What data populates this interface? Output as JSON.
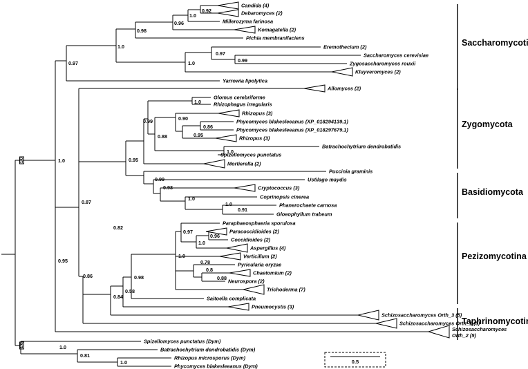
{
  "leaves": [
    {
      "id": "candida",
      "label": "Candida (4)",
      "collapsed": true
    },
    {
      "id": "debaromyces",
      "label": "Debaromyces (2)",
      "collapsed": true
    },
    {
      "id": "millerozyma",
      "label": "Millerozyma farinosa"
    },
    {
      "id": "komagatella",
      "label": "Komagatella (2)",
      "collapsed": true
    },
    {
      "id": "pichia",
      "label": "Pichia membranifaciens"
    },
    {
      "id": "eremothecium",
      "label": "Eremothecium (2)"
    },
    {
      "id": "scerevisiae",
      "label": "Saccharomyces cerevisiae"
    },
    {
      "id": "zrouxii",
      "label": "Zygosaccharomyces rouxii"
    },
    {
      "id": "kluyveromyces",
      "label": "Kluyveromyces (2)",
      "collapsed": true
    },
    {
      "id": "yarrowia",
      "label": "Yarrowia lipolytica"
    },
    {
      "id": "allomyces",
      "label": "Allomyces (2)",
      "collapsed": true
    },
    {
      "id": "glomus",
      "label": "Glomus cerebriforme"
    },
    {
      "id": "rhizophagus",
      "label": "Rhizophagus irregularis"
    },
    {
      "id": "rhizopus1",
      "label": "Rhizopus (3)",
      "collapsed": true
    },
    {
      "id": "phyco1",
      "label": "Phycomyces blakesleeanus (XP_018294139.1)"
    },
    {
      "id": "phyco2",
      "label": "Phycomyces blakesleeanus (XP_018297679.1)"
    },
    {
      "id": "rhizopus2",
      "label": "Rhizopus (3)",
      "collapsed": true
    },
    {
      "id": "batra",
      "label": "Batrachochytrium dendrobatidis"
    },
    {
      "id": "spizello",
      "label": "Spizellomyces punctatus"
    },
    {
      "id": "mortierella",
      "label": "Mortierella (2)",
      "collapsed": true
    },
    {
      "id": "puccinia",
      "label": "Puccinia graminis"
    },
    {
      "id": "ustilago",
      "label": "Ustilago maydis"
    },
    {
      "id": "cryptococcus",
      "label": "Cryptococcus (3)",
      "collapsed": true
    },
    {
      "id": "coprinopsis",
      "label": "Coprinopsis cinerea"
    },
    {
      "id": "phanero",
      "label": "Phanerochaete carnosa"
    },
    {
      "id": "gloeo",
      "label": "Gloeophyllum trabeum"
    },
    {
      "id": "paraphaeo",
      "label": "Paraphaeosphaeria sporulosa"
    },
    {
      "id": "paracocci",
      "label": "Paracoccidioides (2)",
      "collapsed": true
    },
    {
      "id": "coccidi",
      "label": "Coccidioides (2)"
    },
    {
      "id": "aspergillus",
      "label": "Aspergillus (4)",
      "collapsed": true
    },
    {
      "id": "verticillum",
      "label": "Verticillum (2)",
      "collapsed": true
    },
    {
      "id": "pyricularia",
      "label": "Pyricularia oryzae"
    },
    {
      "id": "chaetomium",
      "label": "Chaetomium (2)",
      "collapsed": true
    },
    {
      "id": "neurospora",
      "label": "Neurospora (2)"
    },
    {
      "id": "trichoderma",
      "label": "Trichoderma (7)",
      "collapsed": true
    },
    {
      "id": "saitoella",
      "label": "Saitoella complicata"
    },
    {
      "id": "pneumocystis",
      "label": "Pneumocystis (3)",
      "collapsed": true
    },
    {
      "id": "schizo3",
      "label": "Schizosaccharomyces Orth_3 (5)",
      "collapsed": true
    },
    {
      "id": "schizo1",
      "label": "Schizosaccharomyces Orth_1 (5)",
      "collapsed": true
    },
    {
      "id": "schizo2",
      "label": "Schizosaccharomyces Orth_2 (5)",
      "label2": "Orth_2 (5)",
      "label1": "Schizosaccharomyces",
      "collapsed": true
    },
    {
      "id": "spizdym",
      "label": "Spizellomyces punctatus (Dym)"
    },
    {
      "id": "batradym",
      "label": "Batrachochytrium dendrobatidis (Dym)"
    },
    {
      "id": "rhizodym",
      "label": "Rhizopus microsporus (Dym)"
    },
    {
      "id": "phycodym",
      "label": "Phycomyces blakesleeanus (Dym)"
    }
  ],
  "supports": {
    "n_cand_deb": "0.92",
    "n_cand_mill": "1.0",
    "n_cand_kom": "0.96",
    "n_cand_pich": "0.98",
    "n_sacc_in": "1.0",
    "n_er_sc": "0.97",
    "n_sc_zr": "0.99",
    "n_er_kl": "1.0",
    "n_sacc_root": "0.97",
    "n_glomus": "1.0",
    "n_phyco": "0.86",
    "n_phyco_rz": "0.95",
    "n_rz_all": "0.90",
    "n_phyco_batra": "0.88",
    "n_spiz_batra": "1.0",
    "n_zygo": "0.99",
    "n_zygo_mort": "0.95",
    "n_crypt": "0.93",
    "n_ustil": "0.99",
    "n_copr": "1.0",
    "n_phanero": "1.0",
    "n_gloeo": "0.91",
    "n_paracocci": "0.96",
    "n_cocci_asp": "1.0",
    "n_paraphaeo": "0.97",
    "n_pyric": "0.78",
    "n_chaet": "0.8",
    "n_neuro": "0.88",
    "n_sord": "1.0",
    "n_pezizo": "0.98",
    "n_pezi_tap": "0.82",
    "n_pneumo": "0.58",
    "n_tap": "0.84",
    "n_schizo1": "0.86",
    "n_basal": "0.87",
    "n_all": "0.95",
    "n_top": "1.0",
    "n_dym_rz": "1.0",
    "n_dym_batra": "0.81",
    "n_dym_root": "1.0"
  },
  "root_labels": {
    "top": "1.0",
    "bottom": "1.0"
  },
  "groups": [
    {
      "id": "saccharomycotina",
      "label": "Saccharomycotina"
    },
    {
      "id": "zygomycota",
      "label": "Zygomycota"
    },
    {
      "id": "basidiomycota",
      "label": "Basidiomycota"
    },
    {
      "id": "pezizomycotina",
      "label": "Pezizomycotina"
    },
    {
      "id": "taphrinomycotina",
      "label": "Taphrinomycotina"
    }
  ],
  "scale": {
    "label": "0.5"
  }
}
